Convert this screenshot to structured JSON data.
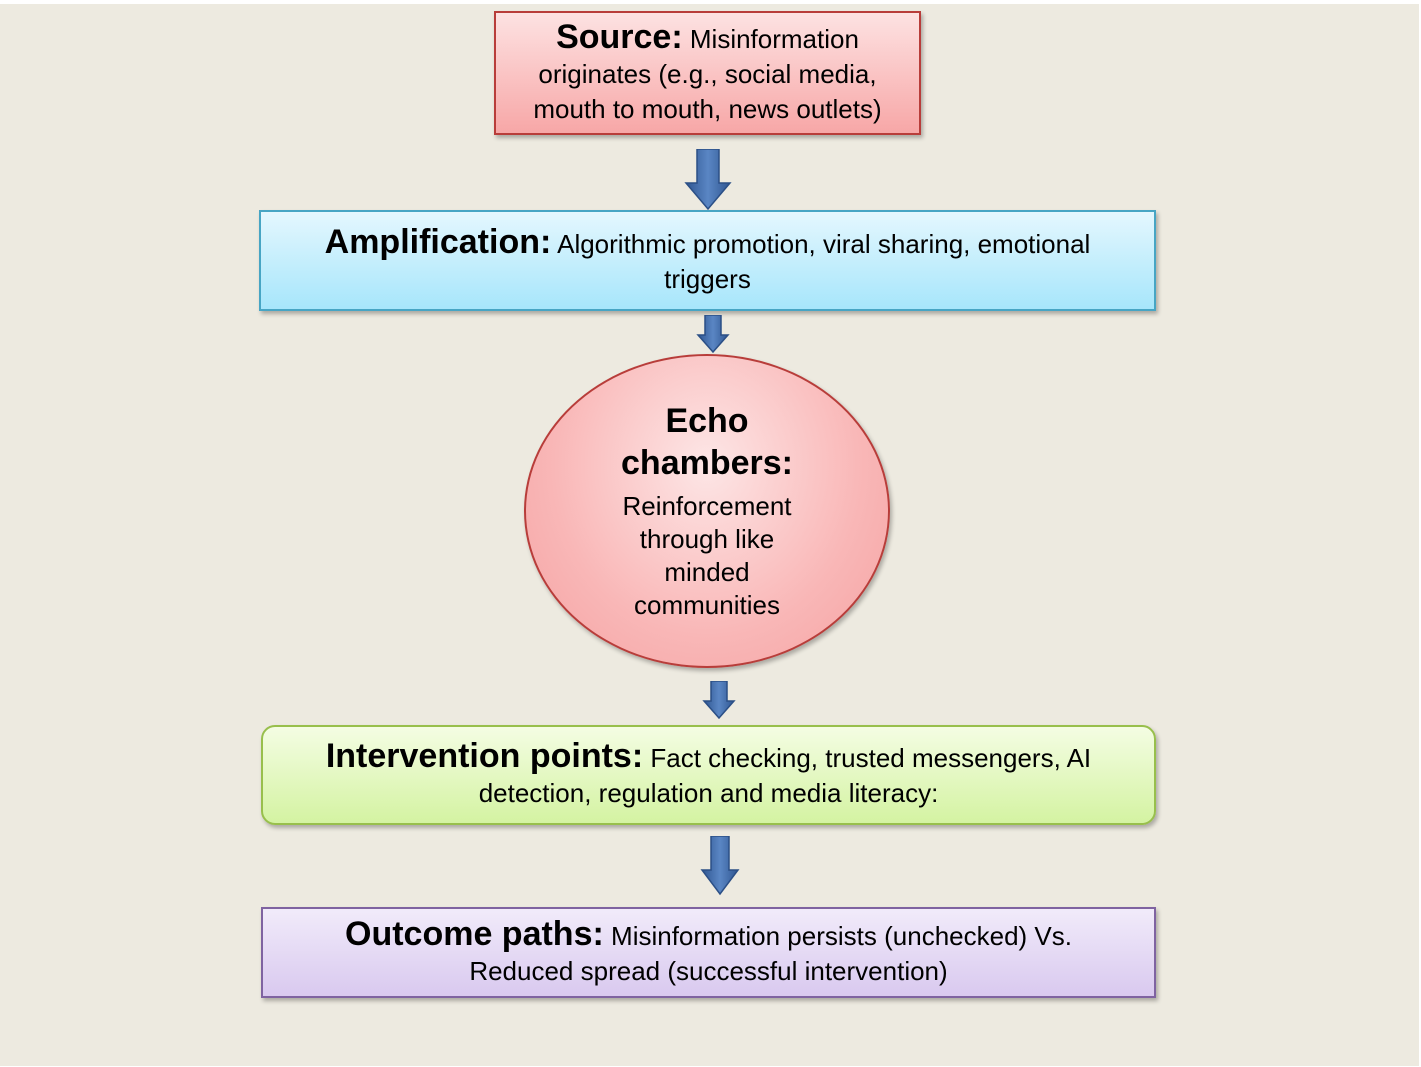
{
  "diagram": {
    "source": {
      "heading": "Source:",
      "text": " Misinformation originates (e.g., social media, mouth to mouth, news outlets)"
    },
    "amplification": {
      "heading": "Amplification:",
      "text": " Algorithmic promotion, viral sharing, emotional triggers"
    },
    "echo_chambers": {
      "heading": "Echo chambers:",
      "text": "Reinforcement through like minded communities"
    },
    "intervention_points": {
      "heading": "Intervention points:",
      "text": " Fact checking, trusted messengers, AI detection, regulation and media literacy:"
    },
    "outcome_paths": {
      "heading": "Outcome paths:",
      "text": " Misinformation persists (unchecked) Vs. Reduced spread (successful intervention)"
    },
    "colors": {
      "background": "#edeae0",
      "arrow": "#3c64a0",
      "source_border": "#b83d3a",
      "amplification_border": "#47a5c4",
      "intervention_border": "#98bf4c",
      "outcome_border": "#7f63a1"
    }
  }
}
